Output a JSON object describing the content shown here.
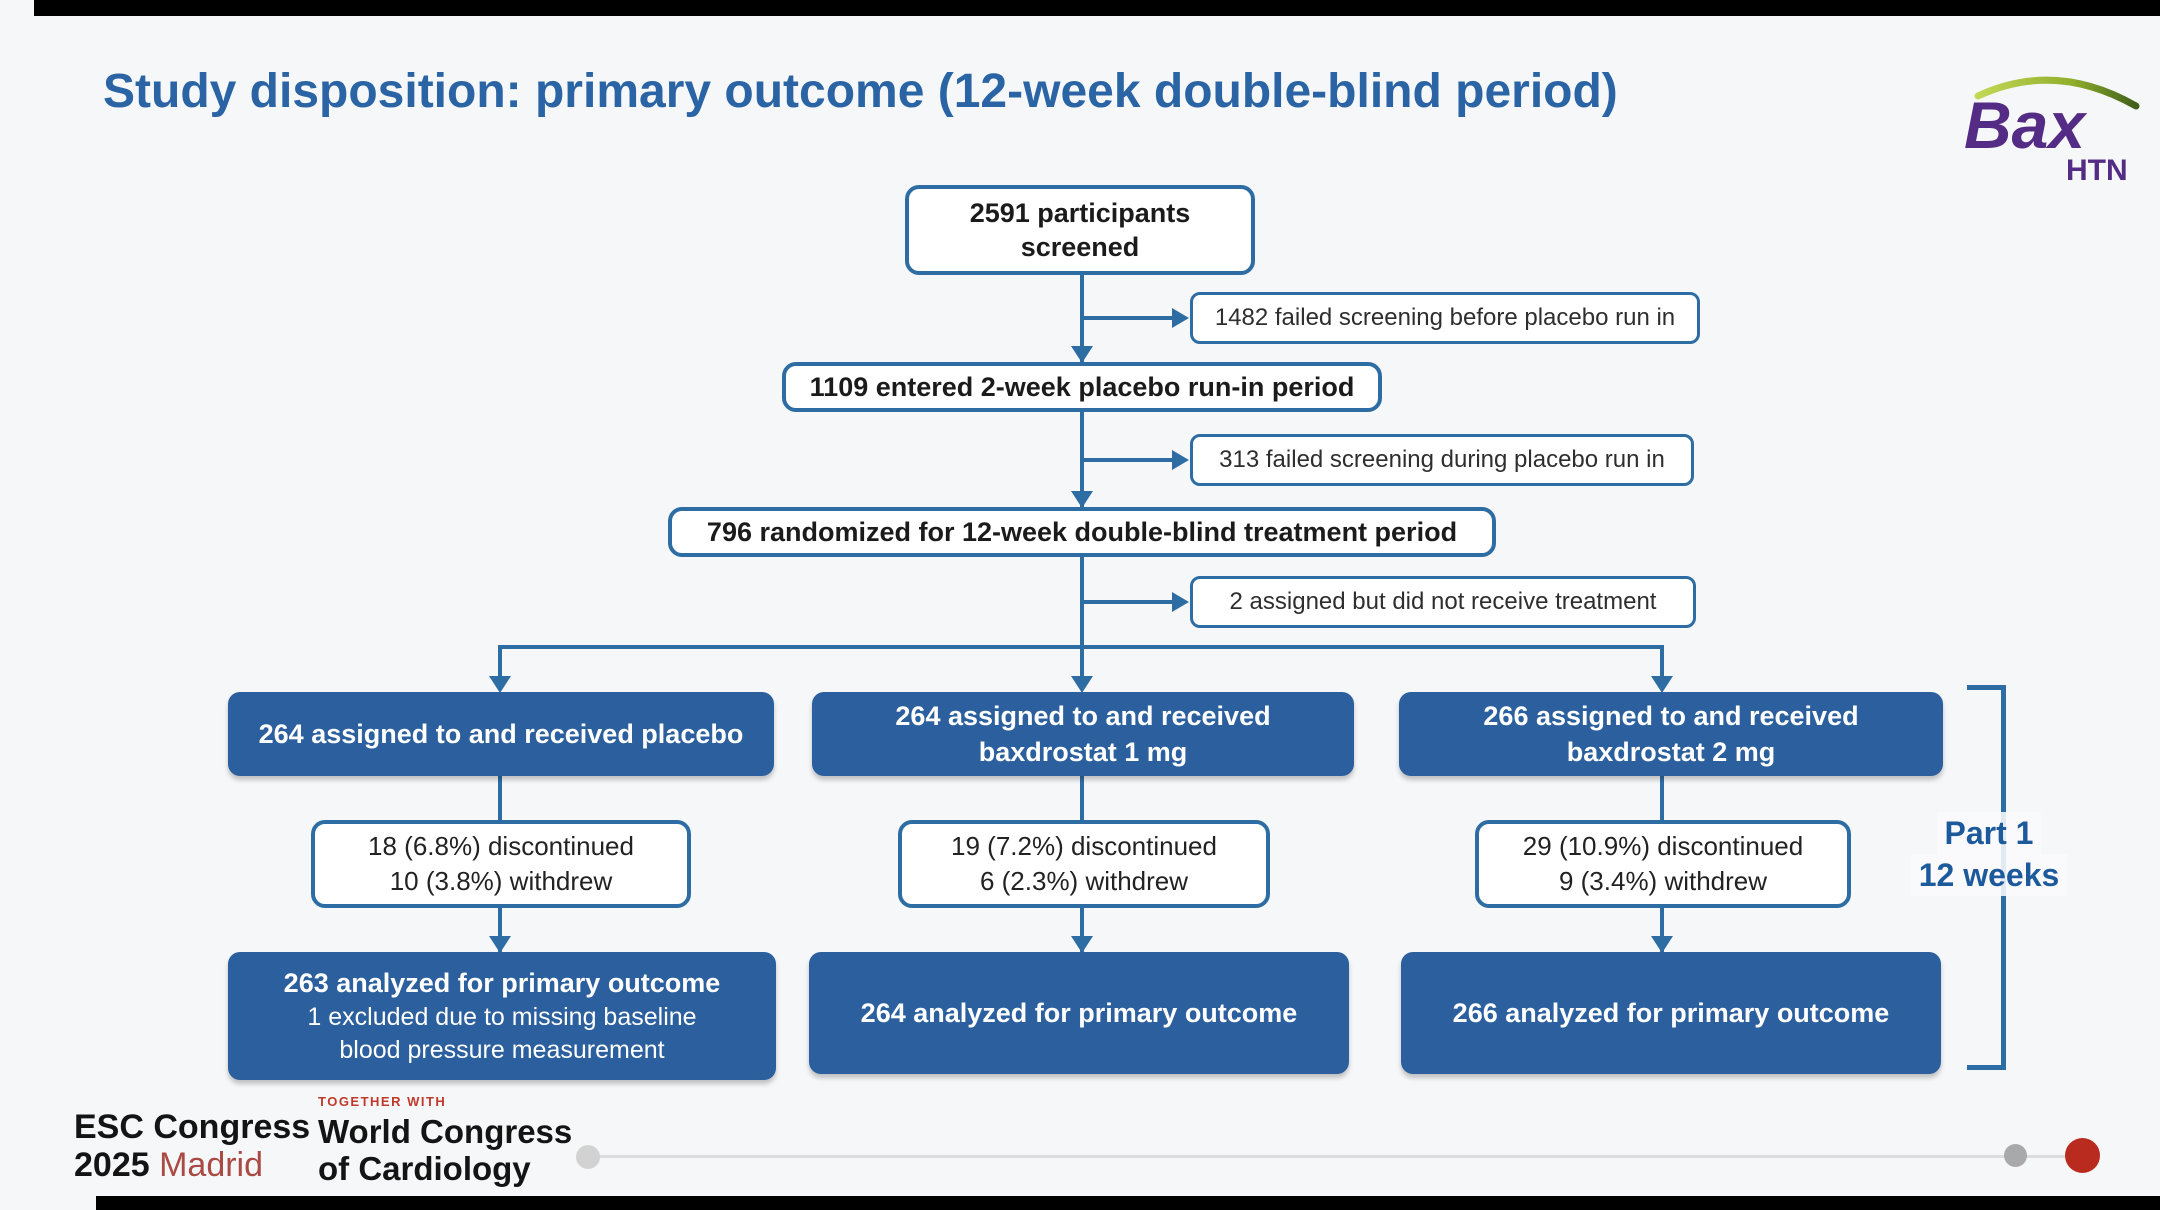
{
  "colors": {
    "title_blue": "#2b64a5",
    "line_blue": "#2e6da4",
    "box_fill_blue": "#2b5f9e",
    "logo_purple": "#552c85",
    "swoosh_green": "#a9c83d",
    "together_with_red": "#c0392b",
    "madrid_red": "#aa4a44",
    "playhead_red": "#b92b1e"
  },
  "title": "Study disposition: primary outcome (12-week double-blind period)",
  "logo": {
    "brand": "Bax",
    "subtitle": "HTN"
  },
  "flowchart": {
    "screened": {
      "line1": "2591 participants",
      "line2": "screened"
    },
    "exclusion1": "1482 failed screening before placebo run in",
    "runin": "1109 entered 2-week placebo run-in period",
    "exclusion2": "313 failed screening during placebo run in",
    "randomized": "796 randomized for 12-week double-blind treatment period",
    "exclusion3": "2 assigned but did not receive treatment",
    "arms": [
      {
        "assigned_line1": "264 assigned to and received placebo",
        "assigned_line2": "",
        "disc_line1": "18 (6.8%) discontinued",
        "disc_line2": "10 (3.8%) withdrew",
        "analyzed": "263 analyzed for primary outcome",
        "analyzed_note": "1 excluded due to missing baseline blood pressure measurement"
      },
      {
        "assigned_line1": "264 assigned to and received",
        "assigned_line2": "baxdrostat 1 mg",
        "disc_line1": "19 (7.2%) discontinued",
        "disc_line2": "6 (2.3%) withdrew",
        "analyzed": "264 analyzed for primary outcome",
        "analyzed_note": ""
      },
      {
        "assigned_line1": "266 assigned to and received",
        "assigned_line2": "baxdrostat 2 mg",
        "disc_line1": "29 (10.9%) discontinued",
        "disc_line2": "9 (3.4%) withdrew",
        "analyzed": "266 analyzed for primary outcome",
        "analyzed_note": ""
      }
    ],
    "bracket": {
      "line1": "Part 1",
      "line2": "12 weeks"
    }
  },
  "footer": {
    "esc_line1": "ESC Congress",
    "esc_year": "2025",
    "esc_city": "Madrid",
    "together_with": "TOGETHER WITH",
    "wcc_line1": "World Congress",
    "wcc_line2": "of Cardiology"
  }
}
